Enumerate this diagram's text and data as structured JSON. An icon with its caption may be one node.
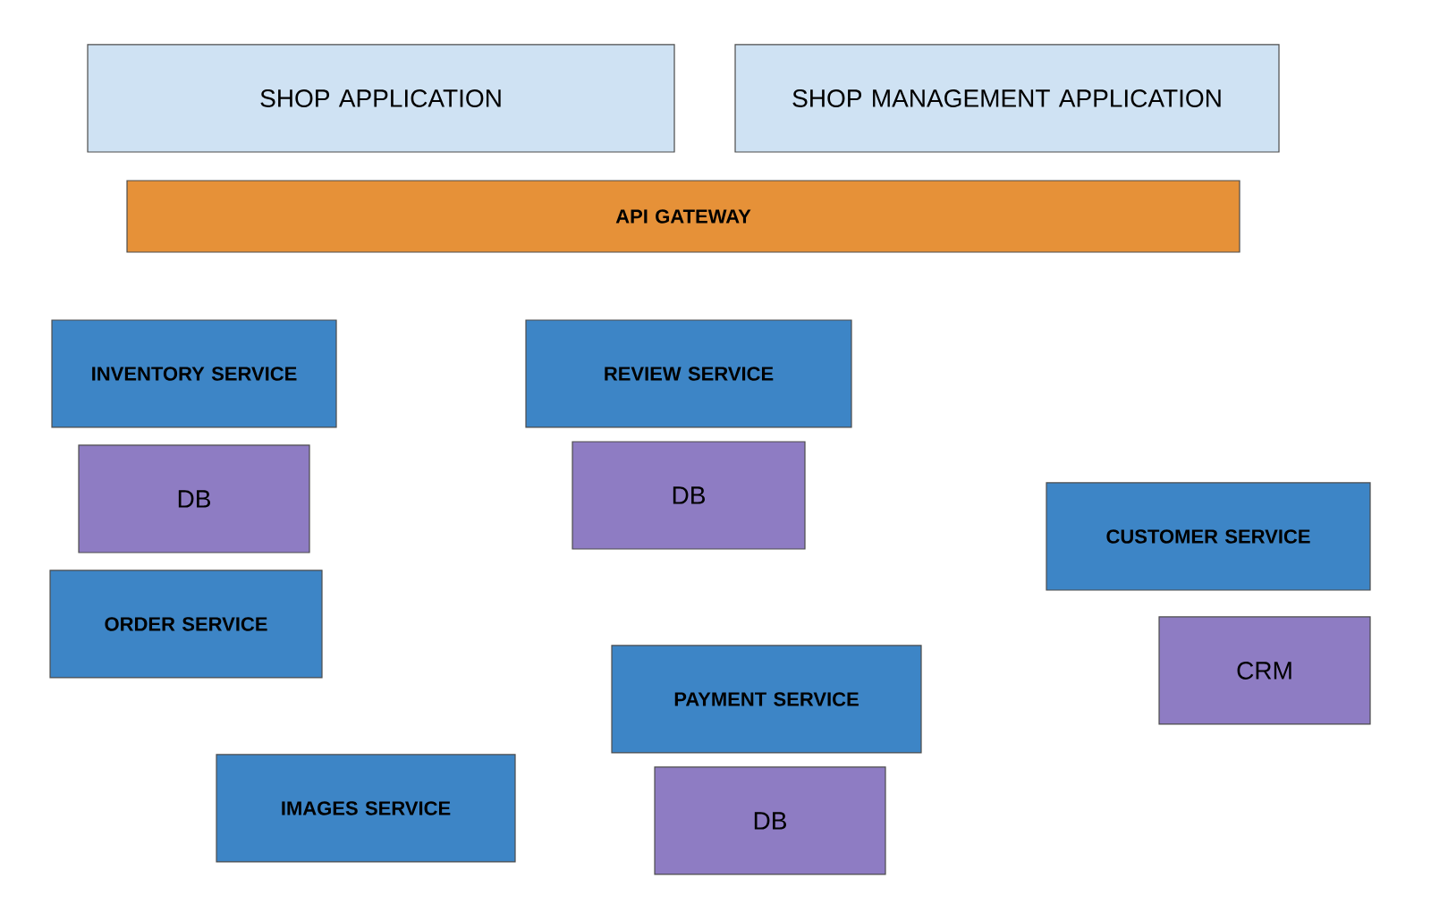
{
  "diagram": {
    "nodes": [
      {
        "text": [
          "SHOP APPLICATION"
        ]
      },
      {
        "text": [
          "SHOP MANAGEMENT APPLICATION"
        ]
      },
      {
        "text": [
          "API GATEWAY"
        ]
      },
      {
        "text": [
          "INVENTORY SERVICE"
        ]
      },
      {
        "text": [
          "DB"
        ]
      },
      {
        "text": [
          "REVIEW SERVICE"
        ]
      },
      {
        "text": [
          "DB"
        ]
      },
      {
        "text": [
          "CUSTOMER SERVICE"
        ]
      },
      {
        "text": [
          "ORDER SERVICE"
        ]
      },
      {
        "text": [
          "CRM"
        ]
      },
      {
        "text": [
          "PAYMENT SERVICE"
        ]
      },
      {
        "text": [
          "IMAGES SERVICE"
        ]
      },
      {
        "text": [
          "DB"
        ]
      }
    ]
  }
}
